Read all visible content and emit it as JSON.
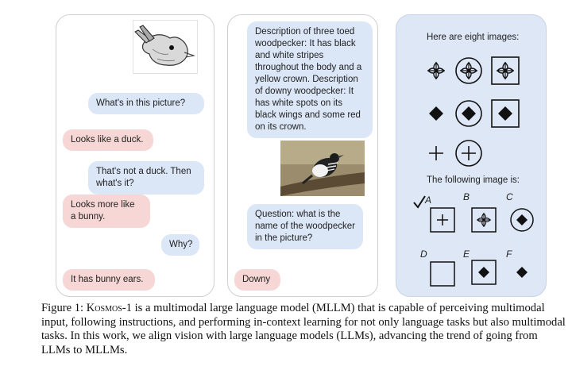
{
  "panel1": {
    "messages": [
      {
        "text": "What's in this picture?",
        "side": "right",
        "color": "blue"
      },
      {
        "text": "Looks like a duck.",
        "side": "left",
        "color": "pink"
      },
      {
        "text": "That's not a duck. Then what's it?",
        "side": "right",
        "color": "blue"
      },
      {
        "text": "Looks more like a bunny.",
        "side": "left",
        "color": "pink"
      },
      {
        "text": "Why?",
        "side": "right",
        "color": "blue"
      },
      {
        "text": "It has bunny ears.",
        "side": "left",
        "color": "pink"
      }
    ],
    "image": "rabbit-duck illusion drawing"
  },
  "panel2": {
    "description": "Description of three toed woodpecker: It has black and white stripes throughout the body and a yellow crown. Description of downy woodpecker: It has white spots on its black wings and some red on its crown.",
    "question": "Question: what is the name of the woodpecker in the picture?",
    "answer": "Downy",
    "image": "woodpecker photo"
  },
  "panel3": {
    "heading": "Here are eight images:",
    "following": "The following image is:",
    "option_labels": [
      "A",
      "B",
      "C",
      "D",
      "E",
      "F"
    ]
  },
  "caption": {
    "prefix": "Figure 1: ",
    "name": "Kosmos",
    "name_suffix": "-1",
    "body": " is a multimodal large language model (MLLM) that is capable of perceiving multimodal input, following instructions, and performing in-context learning for not only language tasks but also multimodal tasks. In this work, we align vision with large language models (LLMs), advancing the trend of going from LLMs to MLLMs."
  },
  "colors": {
    "user_bubble": "#dbe6f7",
    "model_bubble": "#f6d7d5",
    "panel3_bg": "#dde7f6"
  }
}
